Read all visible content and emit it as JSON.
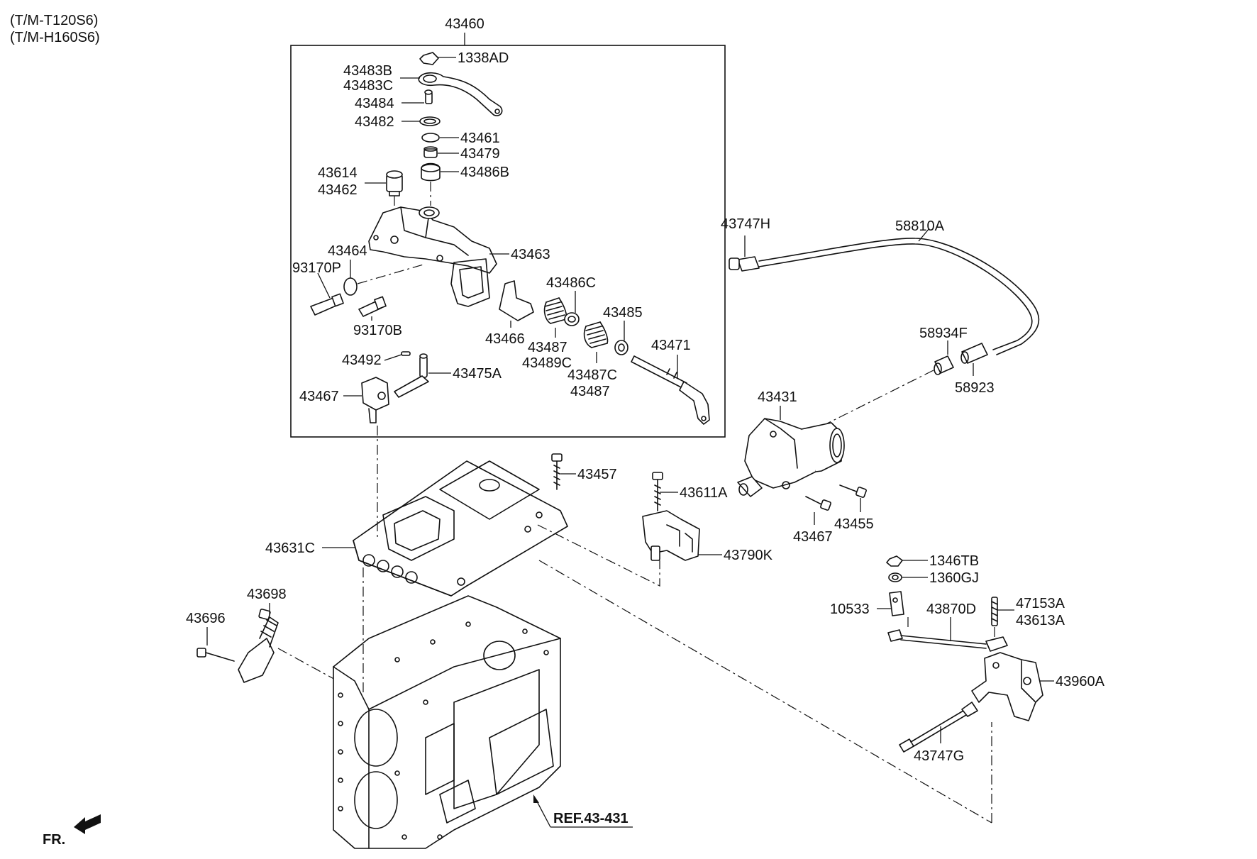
{
  "header": {
    "variant_1": "(T/M-T120S6)",
    "variant_2": "(T/M-H160S6)"
  },
  "assembly": {
    "main_code": "43460"
  },
  "labels": {
    "p1338AD": "1338AD",
    "p43483B": "43483B",
    "p43483C": "43483C",
    "p43484": "43484",
    "p43482": "43482",
    "p43461": "43461",
    "p43479": "43479",
    "p43614": "43614",
    "p43462": "43462",
    "p43486B": "43486B",
    "p43464": "43464",
    "p93170P": "93170P",
    "p43463": "43463",
    "p93170B": "93170B",
    "p43486C": "43486C",
    "p43485": "43485",
    "p43466": "43466",
    "p43487a": "43487",
    "p43489C": "43489C",
    "p43471": "43471",
    "p43492": "43492",
    "p43475A": "43475A",
    "p43487C": "43487C",
    "p43487b": "43487",
    "p43467a": "43467",
    "p43747H": "43747H",
    "p58810A": "58810A",
    "p58934F": "58934F",
    "p58923": "58923",
    "p43431": "43431",
    "p43457": "43457",
    "p43611A": "43611A",
    "p43467b": "43467",
    "p43455": "43455",
    "p43631C": "43631C",
    "p43790K": "43790K",
    "p1346TB": "1346TB",
    "p1360GJ": "1360GJ",
    "p10533": "10533",
    "p43870D": "43870D",
    "p47153A": "47153A",
    "p43613A": "43613A",
    "p43696": "43696",
    "p43698": "43698",
    "p43960A": "43960A",
    "p43747G": "43747G",
    "ref": "REF.43-431"
  },
  "orientation": {
    "label": "FR.",
    "icon": "front-arrow-icon"
  }
}
